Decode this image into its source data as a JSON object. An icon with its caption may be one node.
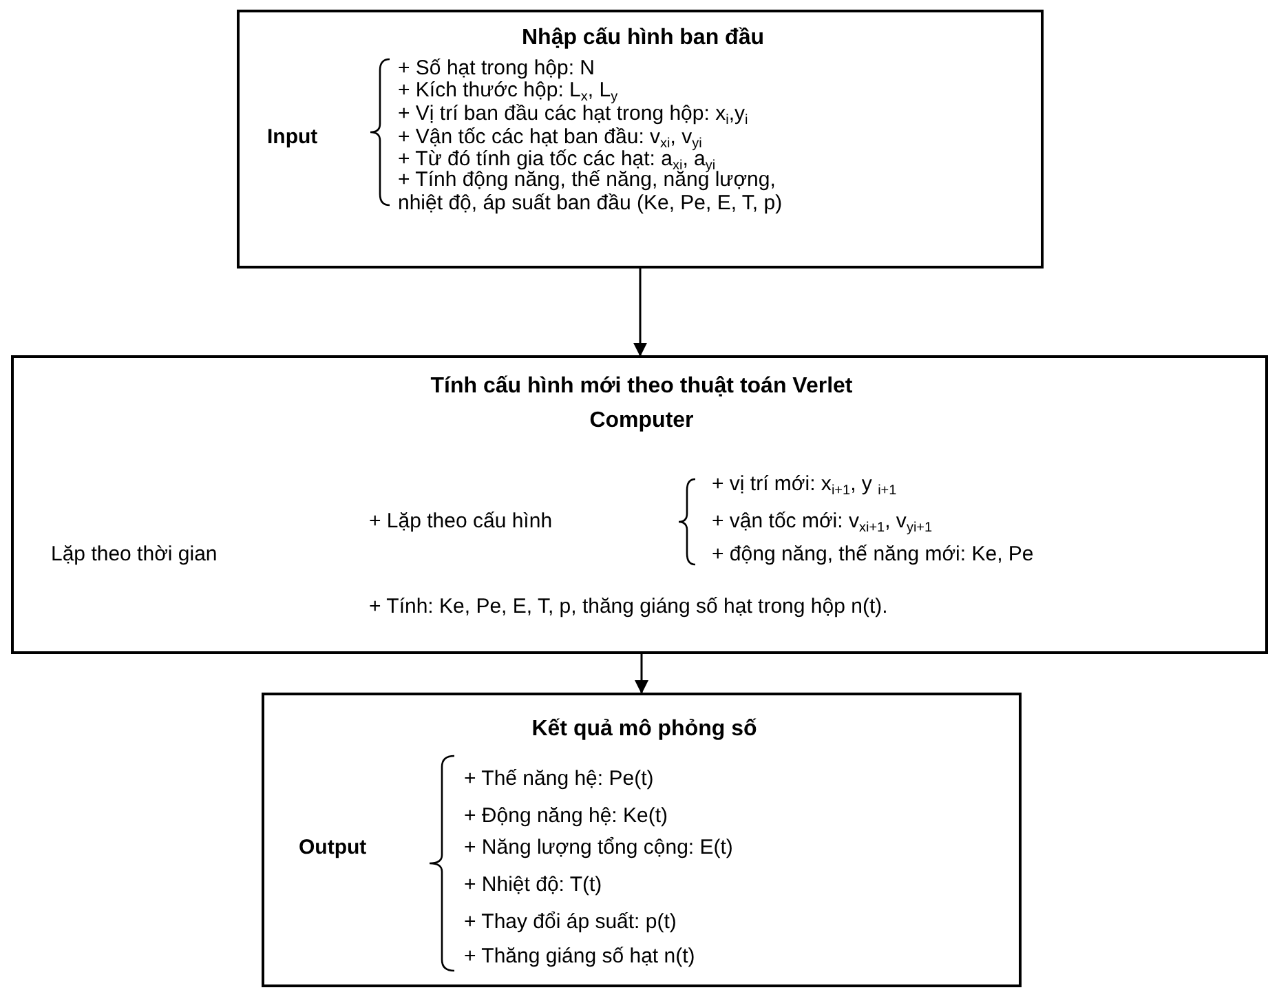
{
  "diagram": {
    "nodes": [
      {
        "text": [
          "Nhập cấu hình ban đầu",
          "Input",
          "+ Số hạt trong hộp: N",
          "+ Kích thước hộp: L$_{x}$, L$_{y}$",
          "+ Vị trí ban đầu các hạt trong hộp: x$_{i}$,y$_{i}$",
          "+ Vận tốc các hạt ban đầu: v$_{xi}$, v$_{yi}$",
          "+ Từ đó tính gia tốc các hạt: a$_{xi}$, a$_{yi}$",
          "+ Tính động năng, thế năng, năng lượng, nhiệt độ, áp suất ban đầu (Ke, Pe, E, T, p)"
        ]
      },
      {
        "text": [
          "Tính cấu hình mới theo thuật toán Verlet Computer",
          "Lặp theo thời gian",
          "+ Lặp theo cấu hình",
          "+ vị trí mới: x$_{i+1}$, y $_{i+1}$",
          "+ vận tốc mới: v$_{xi+1}$, v$_{yi+1}$",
          "+ động năng, thế năng mới: Ke, Pe",
          "+ Tính: Ke, Pe, E, T, p, thăng giáng số hạt trong hộp n(t)."
        ]
      },
      {
        "text": [
          "Kết quả mô phỏng số",
          "Output",
          "+ Thế năng hệ: Pe(t)",
          "+ Động năng hệ: Ke(t)",
          "+ Năng lượng tổng cộng: E(t)",
          "+ Nhiệt độ: T(t)",
          "+ Thay đổi áp suất: p(t)",
          "+ Thăng giáng số hạt n(t)"
        ]
      }
    ],
    "edges": [
      {
        "from": 0,
        "to": 1,
        "arrow": "to"
      },
      {
        "from": 1,
        "to": 2,
        "arrow": "to"
      }
    ]
  }
}
